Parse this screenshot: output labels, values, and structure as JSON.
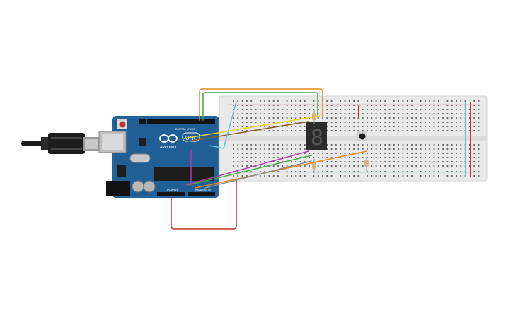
{
  "canvas": {
    "background": "#ffffff"
  },
  "arduino": {
    "brand_label": "ARDUINO",
    "model_label": "UNO",
    "header_top_label": "DIGITAL (PWM~)",
    "header_bottom_power_label": "POWER",
    "header_bottom_analog_label": "ANALOG IN",
    "board_color": "#1f5f95",
    "icon": "arduino-infinity-logo"
  },
  "breadboard": {
    "color": "#e9e9e9",
    "rail_red": "#d23a2e",
    "rail_blue": "#3a9bd6"
  },
  "components": {
    "seven_segment_digit": "8",
    "resistor_count": 3,
    "pushbutton_icon": "tactile-pushbutton"
  },
  "wire_colors": {
    "orange": "#e58a1f",
    "green": "#3bab3f",
    "yellow": "#e8d21f",
    "brown": "#8a5a2b",
    "purple": "#b33aa8",
    "light_blue": "#5fc3d6",
    "red": "#c8312a",
    "gray": "#8f8f8f"
  }
}
